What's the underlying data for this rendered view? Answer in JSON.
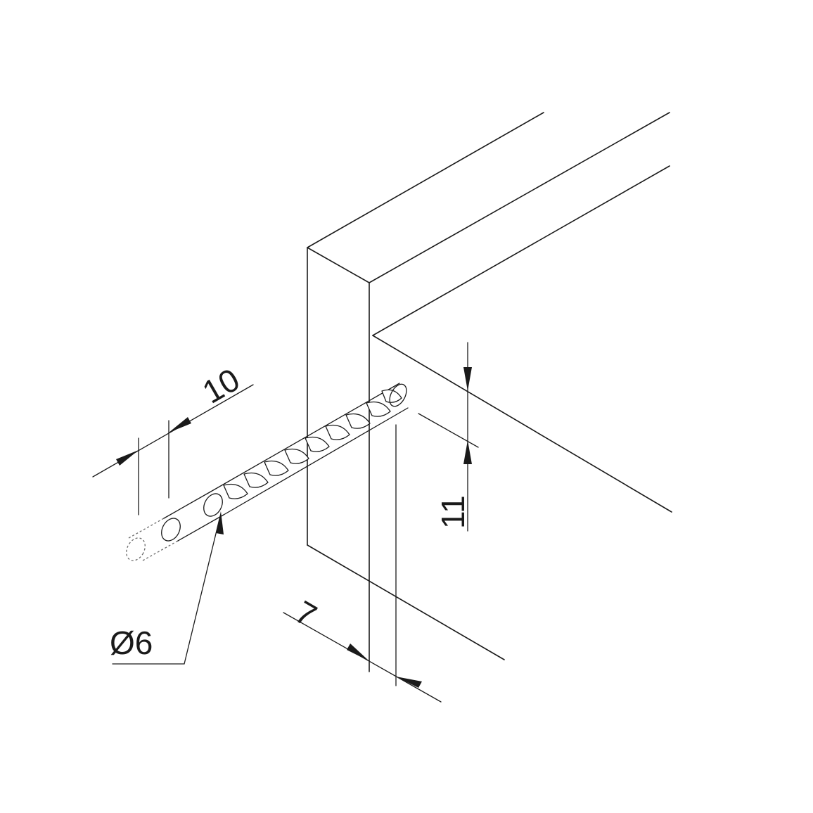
{
  "dimensions": {
    "length": "10",
    "diameter": "Ø6",
    "edge_offset": "7",
    "height": "11"
  },
  "colors": {
    "line": "#1a1a1a",
    "hidden_line": "#6a6a6a",
    "background": "#ffffff"
  }
}
